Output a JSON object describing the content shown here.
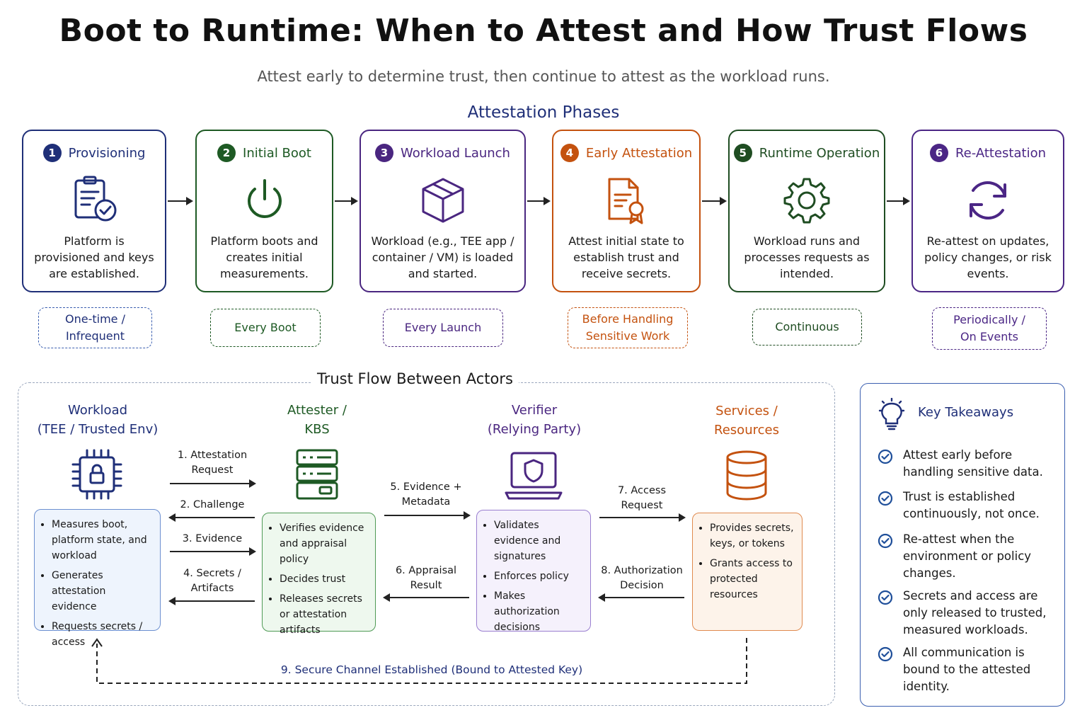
{
  "title": "Boot to Runtime: When to Attest and How Trust Flows",
  "subtitle": "Attest early to determine trust, then continue to attest as the workload runs.",
  "phases_heading": "Attestation Phases",
  "colors": {
    "navy": "#1f2f78",
    "green": "#1e5a24",
    "purple": "#4a2680",
    "orange": "#c4520f",
    "dark_green": "#1f4d22",
    "violet": "#4b2685"
  },
  "phases": [
    {
      "number": "1",
      "name": "Provisioning",
      "icon": "clipboard-check-icon",
      "description": "Platform is provisioned and keys are established.",
      "frequency": "One-time / Infrequent"
    },
    {
      "number": "2",
      "name": "Initial Boot",
      "icon": "power-icon",
      "description": "Platform boots and creates initial measurements.",
      "frequency": "Every Boot"
    },
    {
      "number": "3",
      "name": "Workload Launch",
      "icon": "package-icon",
      "description": "Workload (e.g., TEE app / container / VM) is loaded and started.",
      "frequency": "Every Launch"
    },
    {
      "number": "4",
      "name": "Early Attestation",
      "icon": "certificate-icon",
      "description": "Attest initial state to establish trust and receive secrets.",
      "frequency": "Before Handling Sensitive Work"
    },
    {
      "number": "5",
      "name": "Runtime Operation",
      "icon": "gear-icon",
      "description": "Workload runs and processes requests as intended.",
      "frequency": "Continuous"
    },
    {
      "number": "6",
      "name": "Re-Attestation",
      "icon": "refresh-icon",
      "description": "Re-attest on updates, policy changes, or risk events.",
      "frequency": "Periodically / On Events"
    }
  ],
  "trust_flow": {
    "heading": "Trust Flow Between Actors",
    "actors": [
      {
        "name": "Workload\n(TEE / Trusted Env)",
        "icon": "chip-lock-icon",
        "responsibilities": [
          "Measures boot, platform state, and workload",
          "Generates attestation evidence",
          "Requests secrets / access"
        ]
      },
      {
        "name": "Attester /\nKBS",
        "icon": "server-icon",
        "responsibilities": [
          "Verifies evidence and appraisal policy",
          "Decides trust",
          "Releases secrets or attestation artifacts"
        ]
      },
      {
        "name": "Verifier\n(Relying Party)",
        "icon": "laptop-shield-icon",
        "responsibilities": [
          "Validates evidence and signatures",
          "Enforces policy",
          "Makes authorization decisions"
        ]
      },
      {
        "name": "Services /\nResources",
        "icon": "database-icon",
        "responsibilities": [
          "Provides secrets, keys, or tokens",
          "Grants access to protected resources"
        ]
      }
    ],
    "messages": [
      "1. Attestation\nRequest",
      "2. Challenge",
      "3. Evidence",
      "4. Secrets /\nArtifacts",
      "5. Evidence +\nMetadata",
      "6. Appraisal\nResult",
      "7. Access\nRequest",
      "8. Authorization\nDecision",
      "9. Secure Channel Established (Bound to Attested Key)"
    ]
  },
  "takeaways": {
    "title": "Key Takeaways",
    "icon": "lightbulb-icon",
    "items": [
      "Attest early before handling sensitive data.",
      "Trust is established continuously, not once.",
      "Re-attest when the environment or policy changes.",
      "Secrets and access are only released to trusted, measured workloads.",
      "All communication is bound to the attested identity."
    ]
  }
}
